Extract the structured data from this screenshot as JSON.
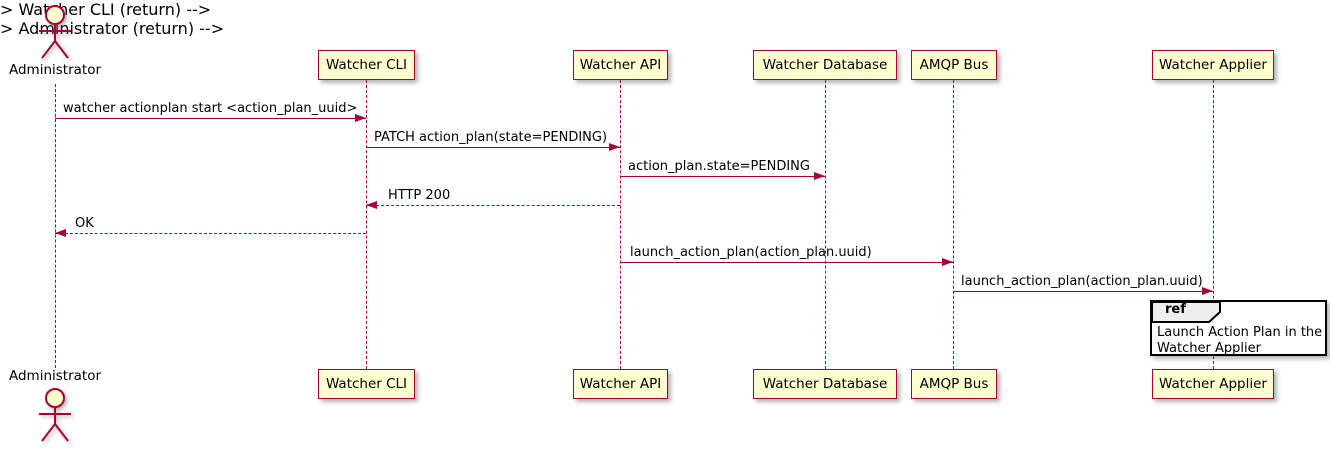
{
  "diagram": {
    "type": "uml-sequence-diagram",
    "colors": {
      "participant_fill": "#FEFECE",
      "participant_border": "#A80036",
      "message_line": "#A80036",
      "text": "#000000",
      "ref_border": "#000000",
      "ref_fill": "#FFFFFF",
      "ref_header_fill": "#EEEEEE",
      "background": "#FFFFFF"
    },
    "actor": {
      "label": "Administrator"
    },
    "participants": [
      {
        "label": "Watcher CLI"
      },
      {
        "label": "Watcher API"
      },
      {
        "label": "Watcher Database"
      },
      {
        "label": "AMQP Bus"
      },
      {
        "label": "Watcher Applier"
      }
    ],
    "messages": [
      {
        "text": "watcher actionplan start <action_plan_uuid>",
        "from": "Administrator",
        "to": "Watcher CLI",
        "style": "solid"
      },
      {
        "text": "PATCH action_plan(state=PENDING)",
        "from": "Watcher CLI",
        "to": "Watcher API",
        "style": "solid"
      },
      {
        "text": "action_plan.state=PENDING",
        "from": "Watcher API",
        "to": "Watcher Database",
        "style": "solid"
      },
      {
        "text": "HTTP 200",
        "from": "Watcher API",
        "to": "Watcher CLI",
        "style": "dashed"
      },
      {
        "text": "OK",
        "from": "Watcher CLI",
        "to": "Administrator",
        "style": "dashed"
      },
      {
        "text": "launch_action_plan(action_plan.uuid)",
        "from": "Watcher API",
        "to": "AMQP Bus",
        "style": "solid"
      },
      {
        "text": "launch_action_plan(action_plan.uuid)",
        "from": "AMQP Bus",
        "to": "Watcher Applier",
        "style": "solid"
      }
    ],
    "ref": {
      "keyword": "ref",
      "over": "Watcher Applier",
      "lines": [
        "Launch Action Plan in the",
        "Watcher Applier"
      ]
    }
  }
}
